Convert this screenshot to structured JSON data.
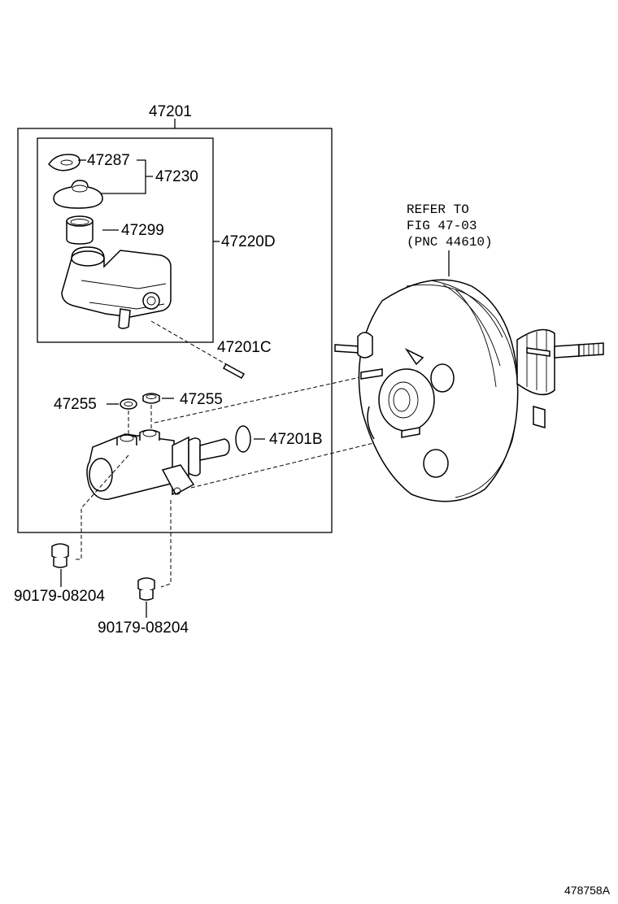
{
  "labels": {
    "assembly": "47201",
    "gasket": "47287",
    "cap_assy": "47230",
    "strainer": "47299",
    "reservoir": "47220D",
    "pin": "47201C",
    "grommet_left": "47255",
    "grommet_right": "47255",
    "o_ring": "47201B",
    "plug_left": "90179-08204",
    "plug_right": "90179-08204",
    "refer_line1": "REFER TO",
    "refer_line2": "FIG 47-03",
    "refer_line3": "(PNC 44610)",
    "diagram_id": "478758A"
  }
}
